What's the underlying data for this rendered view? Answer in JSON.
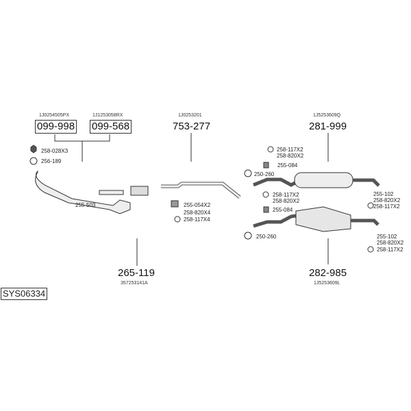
{
  "diagram_id": "SYS06334",
  "parts": [
    {
      "number": "099-998",
      "oe": "1J0254505PX"
    },
    {
      "number": "099-568",
      "oe": "1J1253058RX"
    },
    {
      "number": "753-277",
      "oe": "1J0253201"
    },
    {
      "number": "281-999",
      "oe": "1J5253609Q"
    },
    {
      "number": "265-119",
      "oe": "357253141A"
    },
    {
      "number": "282-985",
      "oe": "1J5253609L"
    }
  ],
  "fittings": {
    "f1": "258-028X3",
    "f2": "256-189",
    "f3": "255-503",
    "f4": "255-054X2",
    "f5": "258-820X4",
    "f6": "258-117X4",
    "f7": "258-117X2",
    "f8": "258-820X2",
    "f9": "255-084",
    "f10": "250-260",
    "f11": "255-102",
    "f12": "258-820X2",
    "f13": "258-117X2",
    "f14": "258-117X2",
    "f15": "258-820X2",
    "f16": "255-084",
    "f17": "250-260",
    "f18": "255-102",
    "f19": "258-820X2",
    "f20": "258-117X2"
  }
}
